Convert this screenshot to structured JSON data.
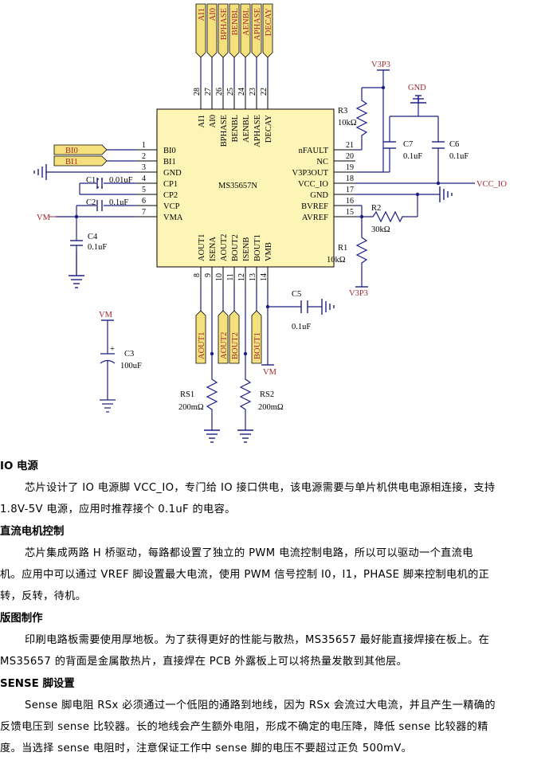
{
  "chip": {
    "name": "MS35657N",
    "left_pins": [
      {
        "num": "1",
        "name": "BI0"
      },
      {
        "num": "2",
        "name": "BI1"
      },
      {
        "num": "3",
        "name": "GND"
      },
      {
        "num": "4",
        "name": "CP1"
      },
      {
        "num": "5",
        "name": "CP2"
      },
      {
        "num": "6",
        "name": "VCP"
      },
      {
        "num": "7",
        "name": "VMA"
      }
    ],
    "right_pins": [
      {
        "num": "21",
        "name": "nFAULT"
      },
      {
        "num": "20",
        "name": "NC"
      },
      {
        "num": "19",
        "name": "V3P3OUT"
      },
      {
        "num": "18",
        "name": "VCC_IO"
      },
      {
        "num": "17",
        "name": "GND"
      },
      {
        "num": "16",
        "name": "BVREF"
      },
      {
        "num": "15",
        "name": "AVREF"
      }
    ],
    "top_pins": [
      {
        "num": "28",
        "name": "AI1"
      },
      {
        "num": "27",
        "name": "AI0"
      },
      {
        "num": "26",
        "name": "BPHASE"
      },
      {
        "num": "25",
        "name": "BENBL"
      },
      {
        "num": "24",
        "name": "AENBL"
      },
      {
        "num": "23",
        "name": "APHASE"
      },
      {
        "num": "22",
        "name": "DECAY"
      }
    ],
    "bottom_pins": [
      {
        "num": "8",
        "name": "AOUT1"
      },
      {
        "num": "9",
        "name": "ISENA"
      },
      {
        "num": "10",
        "name": "AOUT2"
      },
      {
        "num": "11",
        "name": "BOUT2"
      },
      {
        "num": "12",
        "name": "ISENB"
      },
      {
        "num": "13",
        "name": "BOUT1"
      },
      {
        "num": "14",
        "name": "VMB"
      }
    ]
  },
  "top_ports": [
    "AI1",
    "AI0",
    "BPHASE",
    "BENBL",
    "AENBL",
    "APHASE",
    "DECAY"
  ],
  "left_ports": [
    "BI0",
    "BI1"
  ],
  "bottom_ports": [
    "AOUT1",
    "AOUT2",
    "BOUT2",
    "BOUT1"
  ],
  "nets": {
    "v3p3_top": "V3P3",
    "v3p3_bottom": "V3P3",
    "gnd_top": "GND",
    "vcc_io": "VCC_IO",
    "vm_left": "VM",
    "vm_c3": "VM",
    "vm_vmb": "VM"
  },
  "components": {
    "r3": {
      "ref": "R3",
      "value": "10kΩ"
    },
    "c7": {
      "ref": "C7",
      "value": "0.1uF"
    },
    "c6": {
      "ref": "C6",
      "value": "0.1uF"
    },
    "r2": {
      "ref": "R2",
      "value": "30kΩ"
    },
    "r1": {
      "ref": "R1",
      "value": "10kΩ"
    },
    "c1": {
      "ref": "C1",
      "value": "0.01uF"
    },
    "c2": {
      "ref": "C2",
      "value": "0.1uF"
    },
    "c4": {
      "ref": "C4",
      "value": "0.1uF"
    },
    "c5": {
      "ref": "C5",
      "value": "0.1uF"
    },
    "c3": {
      "ref": "C3",
      "value": "100uF"
    },
    "rs1": {
      "ref": "RS1",
      "value": "200mΩ"
    },
    "rs2": {
      "ref": "RS2",
      "value": "200mΩ"
    }
  },
  "sections": [
    {
      "heading": "IO 电源",
      "lines": [
        "芯片设计了 IO 电源脚 VCC_IO，专门给 IO 接口供电，该电源需要与单片机供电电源相连接，支持",
        "1.8V-5V 电源，应用时推荐接个 0.1uF 的电容。"
      ]
    },
    {
      "heading": "直流电机控制",
      "lines": [
        "芯片集成两路 H 桥驱动，每路都设置了独立的 PWM 电流控制电路，所以可以驱动一个直流电",
        "机。应用中可以通过 VREF 脚设置最大电流，使用 PWM 信号控制 I0，I1，PHASE 脚来控制电机的正",
        "转，反转，待机。"
      ]
    },
    {
      "heading": "版图制作",
      "lines": [
        "印刷电路板需要使用厚地板。为了获得更好的性能与散热，MS35657 最好能直接焊接在板上。在",
        "MS35657 的背面是金属散热片，直接焊在 PCB 外露板上可以将热量发散到其他层。"
      ]
    },
    {
      "heading": "SENSE 脚设置",
      "lines": [
        "Sense 脚电阻 RSx 必须通过一个低阻的通路到地线，因为 RSx 会流过大电流，并且产生一精确的",
        "反馈电压到 sense 比较器。长的地线会产生额外电阻，形成不确定的电压降，降低 sense 比较器的精",
        "度。当选择 sense 电阻时，注意保证工作中 sense 脚的电压不要超过正负 500mV。"
      ]
    }
  ],
  "colors": {
    "chip_fill": "#fcf5b5",
    "port_fill": "#f4e07c",
    "wire": "#1c1e86",
    "net_label": "#a0282e",
    "pin": "#000000"
  }
}
